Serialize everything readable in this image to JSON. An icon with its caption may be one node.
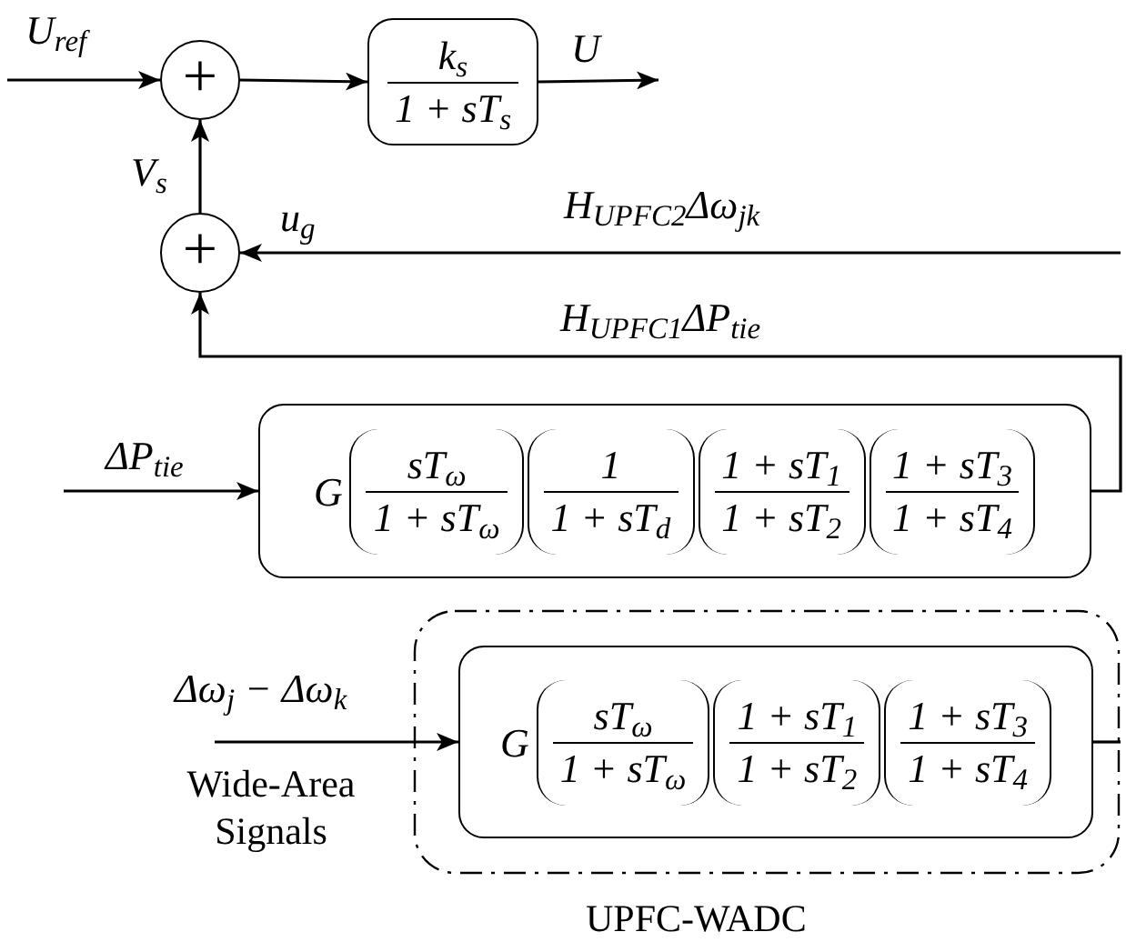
{
  "diagram": {
    "nodes": [
      {
        "text": [
          "+"
        ]
      },
      {
        "text": [
          "k$_{s}$",
          "1 + sT$_{s}$"
        ]
      },
      {
        "text": [
          "+"
        ]
      },
      {
        "text": [
          "G",
          "sT$_{ω}$",
          "1 + sT$_{ω}$",
          "1",
          "1 + sT$_{d}$",
          "1 + sT$_{1}$",
          "1 + sT$_{2}$",
          "1 + sT$_{3}$",
          "1 + sT$_{4}$"
        ]
      },
      {
        "text": [
          "UPFC-WADC"
        ]
      },
      {
        "text": [
          "G",
          "sT$_{ω}$",
          "1 + sT$_{ω}$",
          "1 + sT$_{1}$",
          "1 + sT$_{2}$",
          "1 + sT$_{3}$",
          "1 + sT$_{4}$"
        ],
        "in": 4
      }
    ],
    "edges": [
      {
        "from": null,
        "to": 0,
        "arrow": "to",
        "label": "U$_{ref}$"
      },
      {
        "from": 0,
        "to": 1,
        "arrow": "to"
      },
      {
        "from": 1,
        "to": null,
        "arrow": "to",
        "label": "U"
      },
      {
        "from": 2,
        "to": 0,
        "arrow": "to",
        "label": "V$_{s}$"
      },
      {
        "from": null,
        "to": 2,
        "arrow": "to",
        "label": "H$_{UPFC2}$Δω$_{jk}$"
      },
      {
        "from": 3,
        "to": 2,
        "arrow": "to",
        "label": "H$_{UPFC1}$ΔP$_{tie}$"
      },
      {
        "from": null,
        "to": 3,
        "arrow": "to",
        "label": "ΔP$_{tie}$"
      },
      {
        "from": null,
        "to": 5,
        "arrow": "to",
        "label": "Δω$_{j}$ − Δω$_{k}$"
      },
      {
        "from": 5,
        "to": 4,
        "arrow": "none"
      }
    ],
    "labels": [
      "u$_{g}$",
      "Wide-Area Signals"
    ]
  }
}
